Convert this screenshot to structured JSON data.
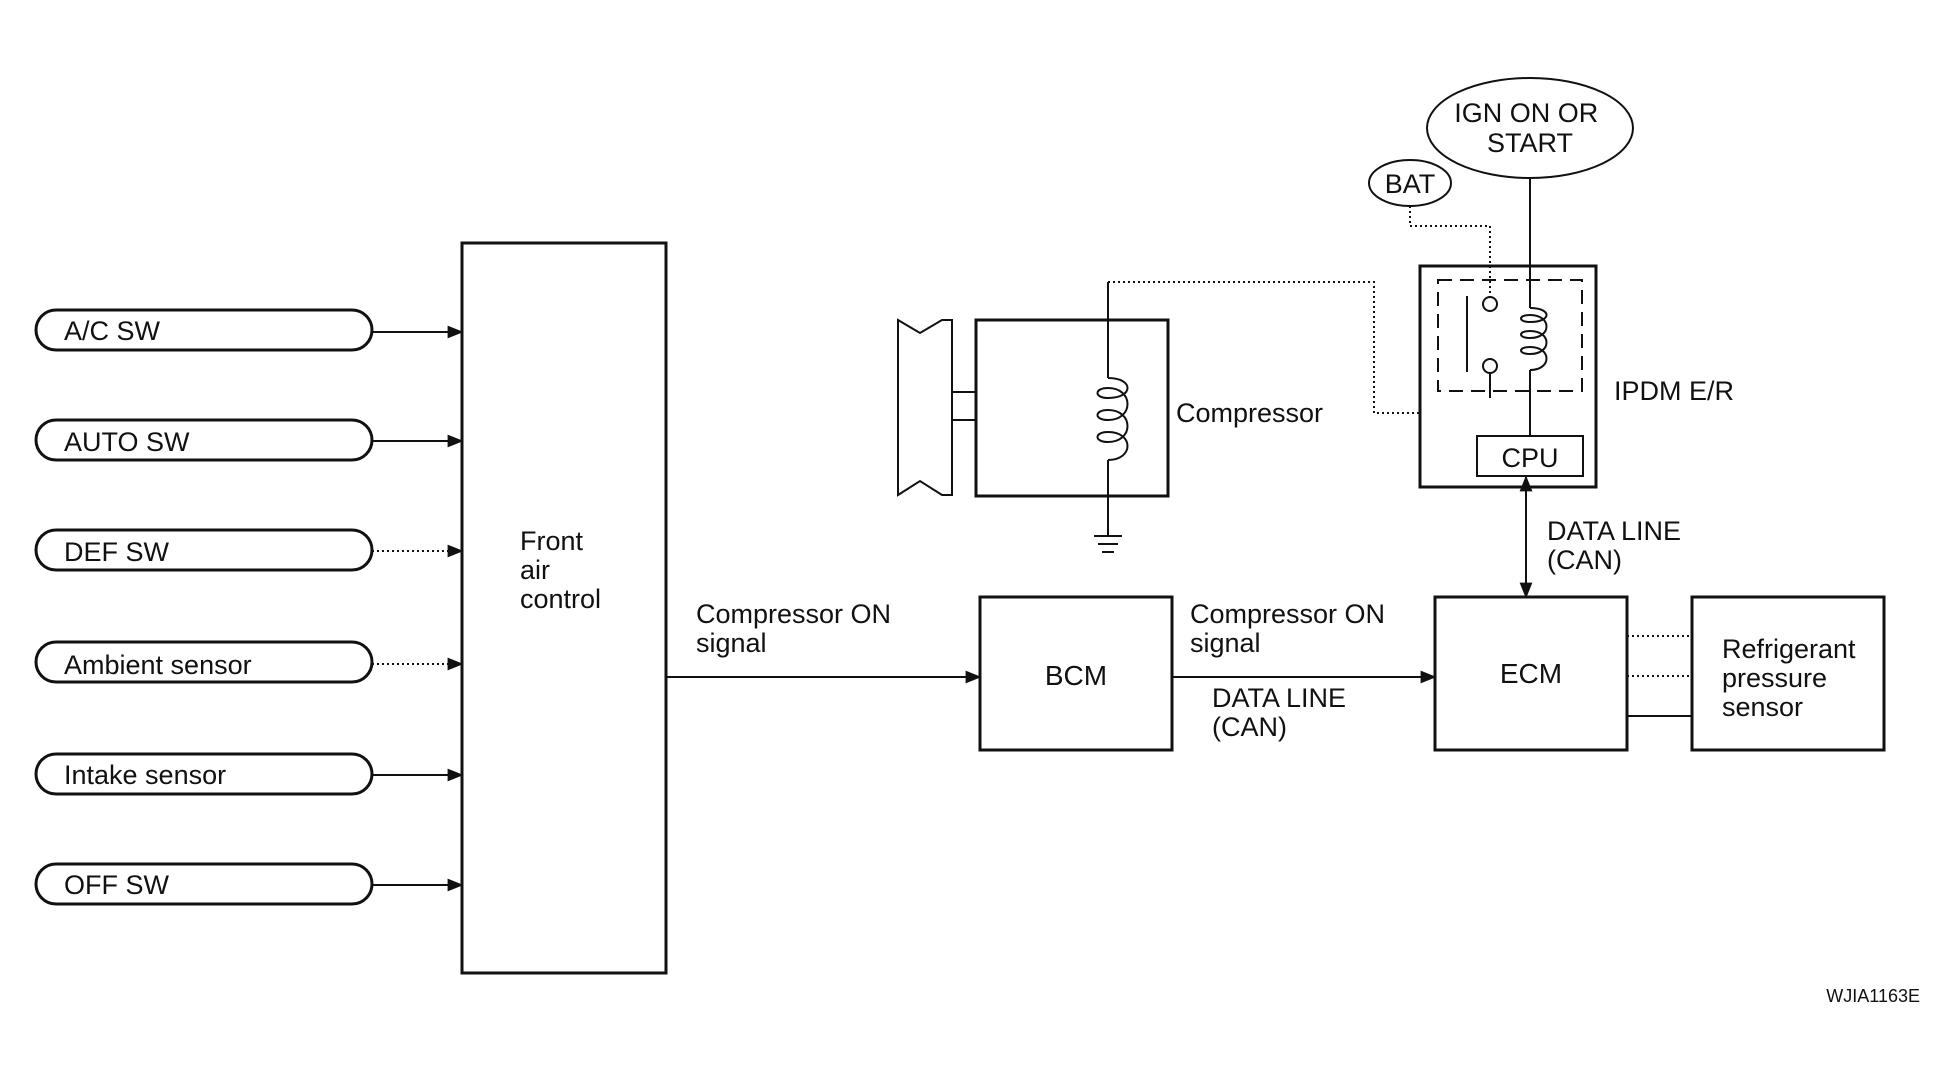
{
  "inputs": [
    "A/C SW",
    "AUTO SW",
    "DEF SW",
    "Ambient sensor",
    "Intake sensor",
    "OFF SW"
  ],
  "front_air_control": [
    "Front",
    "air",
    "control"
  ],
  "compressor_on_signal_1": [
    "Compressor ON",
    "signal"
  ],
  "bcm": "BCM",
  "compressor_on_signal_2": [
    "Compressor ON",
    "signal"
  ],
  "data_line_bcm_ecm": [
    "DATA LINE",
    "(CAN)"
  ],
  "ecm": "ECM",
  "refrigerant_sensor": [
    "Refrigerant",
    "pressure",
    "sensor"
  ],
  "compressor": "Compressor",
  "ipdm": "IPDM E/R",
  "cpu": "CPU",
  "bat": "BAT",
  "ign": [
    "IGN ON OR",
    "START"
  ],
  "data_line_ipdm_ecm": [
    "DATA LINE",
    "(CAN)"
  ],
  "figure_code": "WJIA1163E"
}
